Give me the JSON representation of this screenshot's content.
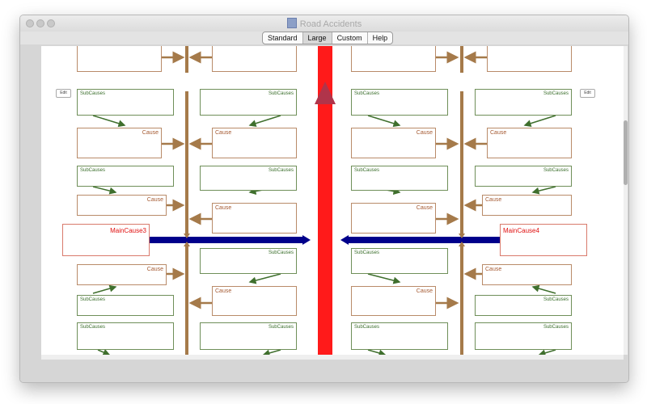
{
  "window": {
    "title": "Road Accidents",
    "doc_icon": "document-icon"
  },
  "toolbar": {
    "selected": "Large",
    "options": [
      "Standard",
      "Large",
      "Custom",
      "Help"
    ]
  },
  "diagram": {
    "edit_left": "Edit",
    "edit_right": "Edit",
    "main_cause_left": "MainCause3",
    "main_cause_right": "MainCause4",
    "cause_label": "Cause",
    "subcause_label": "SubCauses"
  },
  "colors": {
    "spine": "#ff1a1a",
    "main_arrow": "#00008b",
    "bone": "#a57a4a",
    "cause_border": "#b98b69",
    "subcause_arrow": "#3f6f2d"
  }
}
